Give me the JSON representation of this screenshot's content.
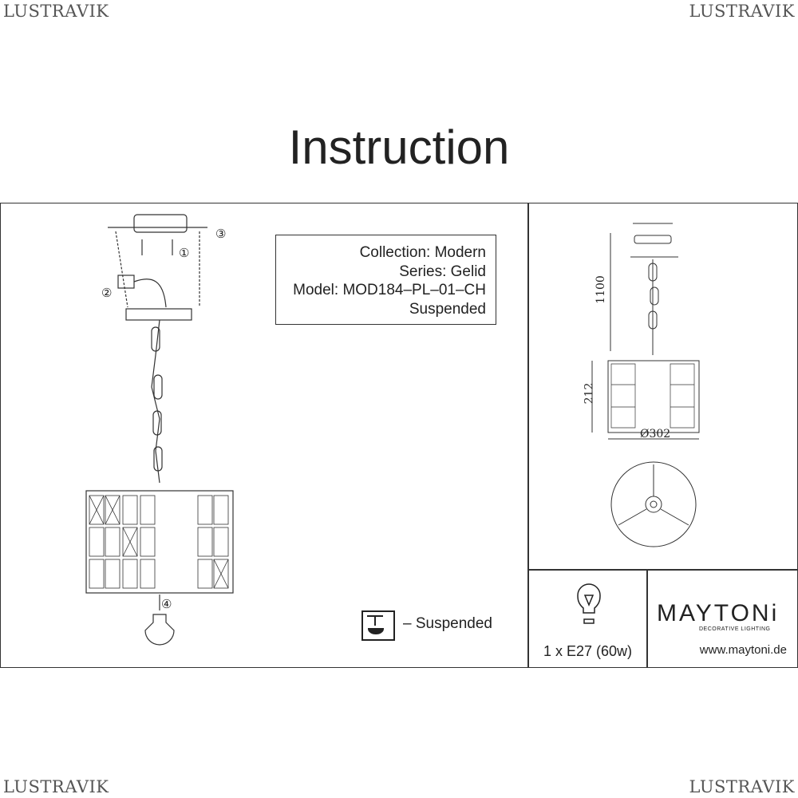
{
  "watermark": "LUSTRAVIK",
  "title": "Instruction",
  "info": {
    "collection": "Collection: Modern",
    "series": "Series: Gelid",
    "model": "Model: MOD184–PL–01–CH",
    "type": "Suspended"
  },
  "steps": [
    "①",
    "②",
    "③",
    "④"
  ],
  "suspended_label": "– Suspended",
  "dimensions": {
    "height": "1100",
    "shade_height": "212",
    "diameter": "Ø302"
  },
  "bulb": "1 x E27 (60w)",
  "brand": {
    "name": "MAYTONi",
    "tagline": "DECORATIVE LIGHTING",
    "url": "www.maytoni.de"
  }
}
